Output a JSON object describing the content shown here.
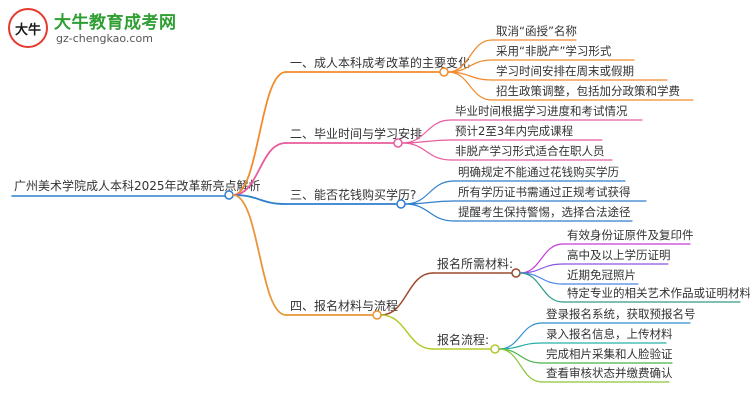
{
  "logo": {
    "mark": "大牛",
    "title": "大牛教育成考网",
    "url": "gz-chengkao.com"
  },
  "mindmap": {
    "root": "广州美术学院成人本科2025年改革新亮点解析",
    "branches": [
      {
        "label": "一、成人本科成考改革的主要变化",
        "color": "#f08c2e",
        "children": [
          {
            "label": "取消“函授”名称"
          },
          {
            "label": "采用“非脱产”学习形式"
          },
          {
            "label": "学习时间安排在周末或假期"
          },
          {
            "label": "招生政策调整，包括加分政策和学费"
          }
        ]
      },
      {
        "label": "二、毕业时间与学习安排",
        "color": "#e85c9e",
        "children": [
          {
            "label": "毕业时间根据学习进度和考试情况"
          },
          {
            "label": "预计2至3年内完成课程"
          },
          {
            "label": "非脱产学习形式适合在职人员"
          }
        ]
      },
      {
        "label": "三、能否花钱购买学历?",
        "color": "#2f7fcb",
        "children": [
          {
            "label": "明确规定不能通过花钱购买学历"
          },
          {
            "label": "所有学历证书需通过正规考试获得"
          },
          {
            "label": "提醒考生保持警惕，选择合法途径"
          }
        ]
      },
      {
        "label": "四、报名材料与流程",
        "color": "#e8963a",
        "children": [
          {
            "label": "报名所需材料:",
            "color": "#9b4a2e",
            "children": [
              {
                "label": "有效身份证原件及复印件"
              },
              {
                "label": "高中及以上学历证明"
              },
              {
                "label": "近期免冠照片"
              },
              {
                "label": "特定专业的相关艺术作品或证明材料"
              }
            ]
          },
          {
            "label": "报名流程:",
            "color": "#b5c92e",
            "children": [
              {
                "label": "登录报名系统，获取预报名号"
              },
              {
                "label": "录入报名信息，上传材料"
              },
              {
                "label": "完成相片采集和人脸验证"
              },
              {
                "label": "查看审核状态并缴费确认"
              }
            ]
          }
        ]
      }
    ]
  },
  "colors": {
    "subgroup1_leaves": [
      "#c43ad8",
      "#8a55e0",
      "#4a86e8",
      "#2d9a8a"
    ],
    "subgroup2_leaves": [
      "#2f8fd0",
      "#28b0a8",
      "#48b54a",
      "#8cc43a"
    ],
    "node_outline": "#2f7fcb"
  }
}
